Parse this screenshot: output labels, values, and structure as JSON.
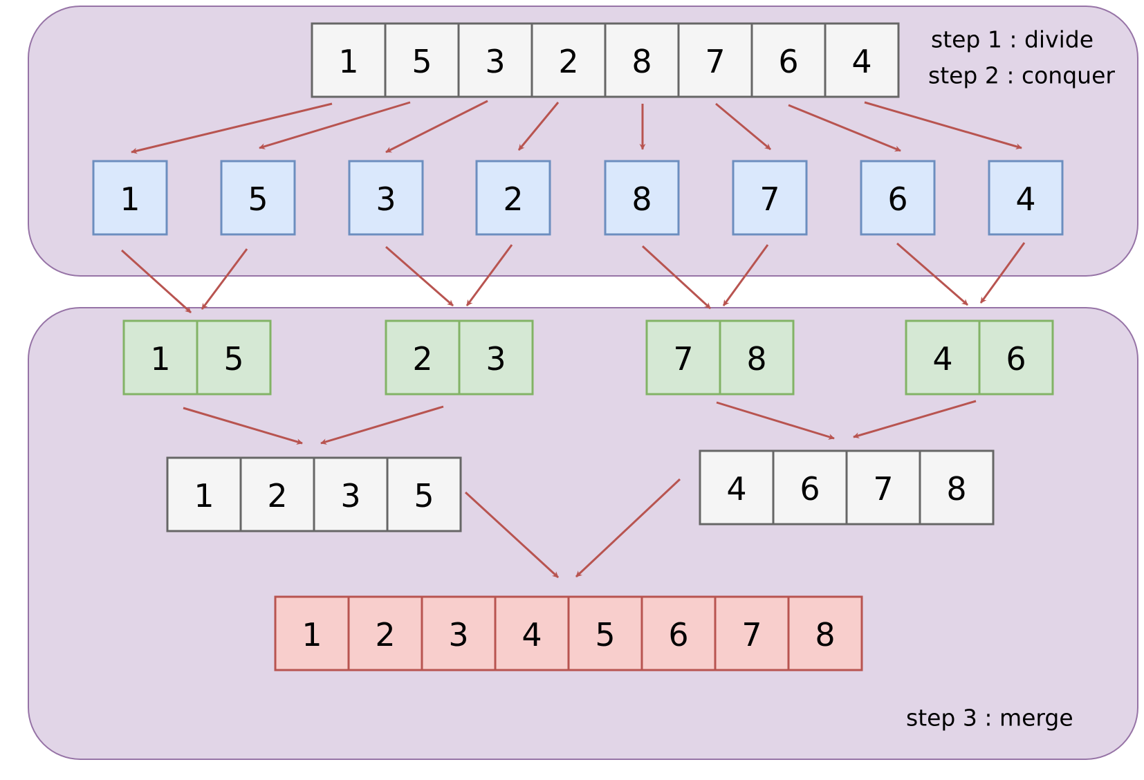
{
  "steps": {
    "divide": "step 1 : divide",
    "conquer": "step 2 : conquer",
    "merge": "step 3 : merge"
  },
  "colors": {
    "panel_fill": "#e1d5e7",
    "panel_stroke": "#9673a6",
    "gray_fill": "#f5f5f5",
    "gray_stroke": "#666666",
    "blue_fill": "#dae8fc",
    "blue_stroke": "#6c8ebf",
    "green_fill": "#d5e8d4",
    "green_stroke": "#82b366",
    "red_fill": "#f8cecc",
    "red_stroke": "#b85450",
    "arrow": "#b85450"
  },
  "input_array": [
    "1",
    "5",
    "3",
    "2",
    "8",
    "7",
    "6",
    "4"
  ],
  "singles": [
    "1",
    "5",
    "3",
    "2",
    "8",
    "7",
    "6",
    "4"
  ],
  "pairs": [
    [
      "1",
      "5"
    ],
    [
      "2",
      "3"
    ],
    [
      "7",
      "8"
    ],
    [
      "4",
      "6"
    ]
  ],
  "quads": [
    [
      "1",
      "2",
      "3",
      "5"
    ],
    [
      "4",
      "6",
      "7",
      "8"
    ]
  ],
  "result": [
    "1",
    "2",
    "3",
    "4",
    "5",
    "6",
    "7",
    "8"
  ]
}
